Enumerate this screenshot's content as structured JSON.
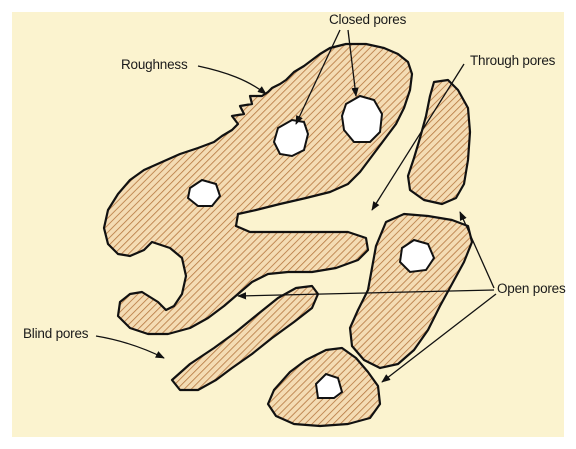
{
  "labels": {
    "closed_pores": "Closed pores",
    "roughness": "Roughness",
    "through_pores": "Through pores",
    "open_pores": "Open pores",
    "blind_pores": "Blind pores"
  },
  "colors": {
    "background": "#fbf3cf",
    "hatch": "#b5763e",
    "particle_fill": "#f4dcb4",
    "outline": "#111111",
    "pore_fill": "#ffffff"
  }
}
